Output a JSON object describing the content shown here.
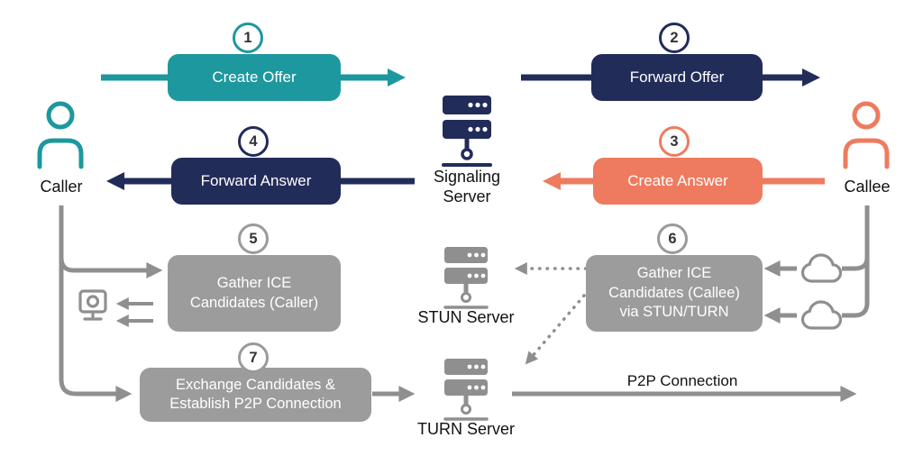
{
  "steps": [
    {
      "num": "1",
      "label": "Create Offer"
    },
    {
      "num": "2",
      "label": "Forward Offer"
    },
    {
      "num": "3",
      "label": "Create Answer"
    },
    {
      "num": "4",
      "label": "Forward Answer"
    },
    {
      "num": "5",
      "label": "Gather ICE Candidates (Caller)"
    },
    {
      "num": "6",
      "label": "Gather ICE Candidates (Callee) via STUN/TURN"
    },
    {
      "num": "7",
      "label": "Exchange Candidates & Establish P2P Connection"
    }
  ],
  "actors": {
    "caller_label": "Caller",
    "callee_label": "Callee"
  },
  "servers": {
    "signaling_label": "Signaling Server",
    "stun_label": "STUN Server",
    "turn_label": "TURN Server"
  },
  "connection": {
    "p2p_label": "P2P Connection"
  },
  "colors": {
    "teal": "#1d989e",
    "navy": "#222c59",
    "coral": "#ee7b5f",
    "gray_box": "#9c9c9c",
    "gray_arrow": "#8f8f8f"
  }
}
